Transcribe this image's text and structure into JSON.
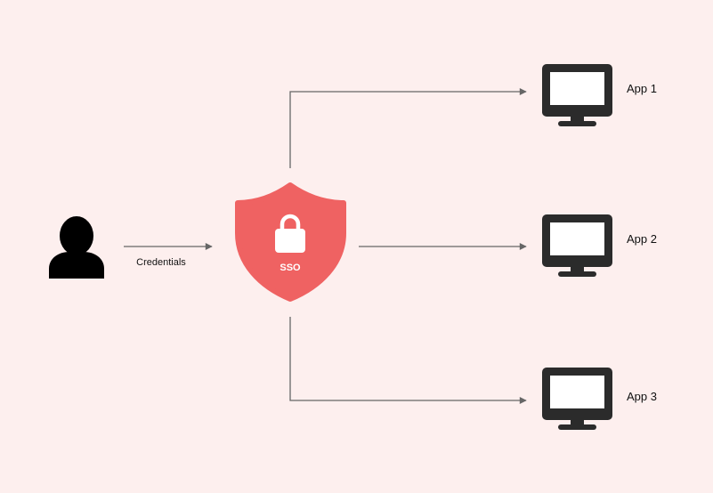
{
  "colors": {
    "background": "#fdefee",
    "shield": "#ef6262",
    "icon_dark": "#2b2b2b",
    "user": "#000000",
    "connector": "#666666"
  },
  "user": {
    "icon": "user-icon",
    "edge_label": "Credentials"
  },
  "sso": {
    "icon": "shield-lock-icon",
    "label": "SSO"
  },
  "apps": [
    {
      "icon": "monitor-icon",
      "label": "App 1"
    },
    {
      "icon": "monitor-icon",
      "label": "App 2"
    },
    {
      "icon": "monitor-icon",
      "label": "App 3"
    }
  ]
}
